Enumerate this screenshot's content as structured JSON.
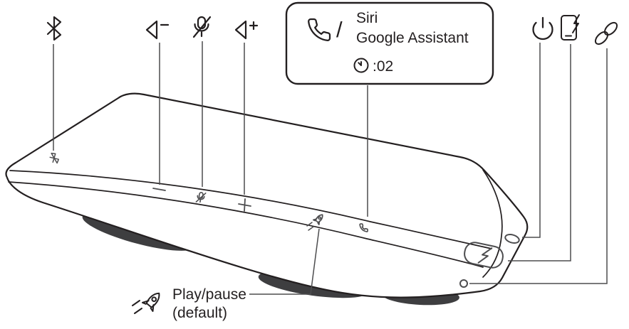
{
  "colors": {
    "ink": "#231f20",
    "leader": "#4d4d4f"
  },
  "callout": {
    "separator": "/",
    "assistant_line1": "Siri",
    "assistant_line2": "Google Assistant",
    "timer": ":02"
  },
  "bottom_label": {
    "line1": "Play/pause",
    "line2": "(default)"
  },
  "icons": {
    "bluetooth": "bluetooth-icon",
    "volume_down": "volume-down-icon",
    "mute": "mute-icon",
    "volume_up": "volume-up-icon",
    "call": "call-icon",
    "clock": "clock-icon",
    "power": "power-icon",
    "mobile_charge": "mobile-charge-icon",
    "link": "link-icon",
    "rocket": "rocket-icon"
  }
}
